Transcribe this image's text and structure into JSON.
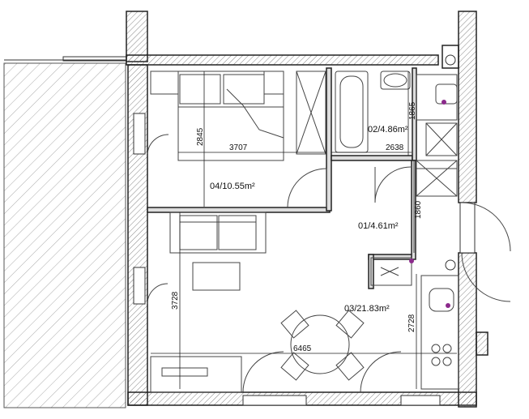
{
  "rooms": {
    "bathroom": "02/4.86m²",
    "bedroom": "04/10.55m²",
    "hall": "01/4.61m²",
    "living": "03/21.83m²"
  },
  "dimensions": {
    "bath_height": "1865",
    "bath_width": "2638",
    "bed_height": "2845",
    "bed_width": "3707",
    "hall_height": "1860",
    "living_height": "3728",
    "kitchen_height": "2728",
    "living_width": "6465"
  },
  "colors": {
    "wall": "#222222",
    "line": "#333333",
    "hatch": "#999999",
    "accent": "#8b2a8b"
  }
}
